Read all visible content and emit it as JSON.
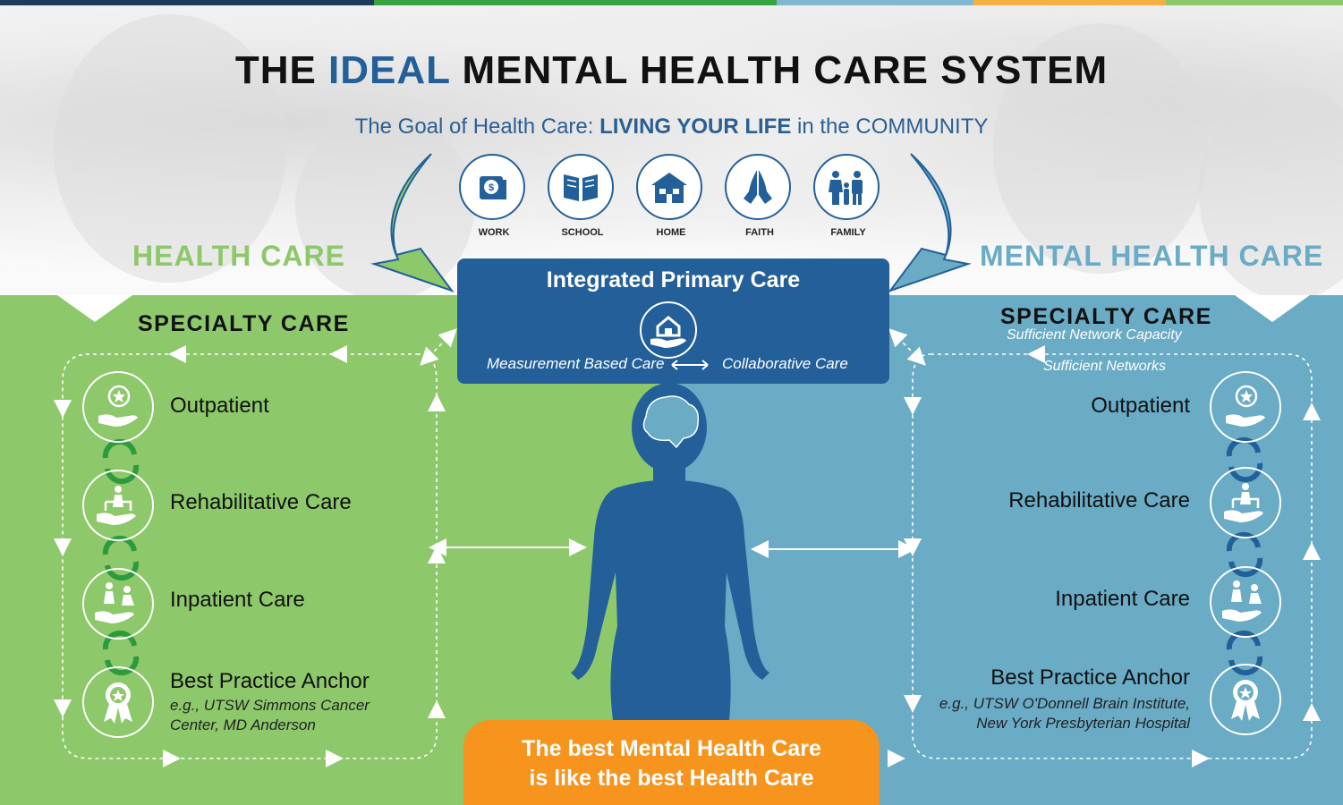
{
  "colors": {
    "navy": "#23609a",
    "health_green": "#8dc86b",
    "mental_blue": "#6aabc5",
    "accent_orange": "#f6941d",
    "bar_colors": [
      "#1e3b5c",
      "#3aa341",
      "#7fb8cf",
      "#f6b041",
      "#8dc86b"
    ]
  },
  "header": {
    "title_pre": "THE ",
    "title_highlight": "IDEAL",
    "title_post": " MENTAL HEALTH CARE SYSTEM",
    "goal_pre": "The Goal of Health Care: ",
    "goal_bold": "LIVING YOUR LIFE",
    "goal_post": " in the COMMUNITY"
  },
  "community": [
    {
      "label": "WORK",
      "icon": "money-stack-icon"
    },
    {
      "label": "SCHOOL",
      "icon": "book-icon"
    },
    {
      "label": "HOME",
      "icon": "house-icon"
    },
    {
      "label": "FAITH",
      "icon": "praying-hands-icon"
    },
    {
      "label": "FAMILY",
      "icon": "family-icon"
    }
  ],
  "left": {
    "title": "HEALTH CARE",
    "specialty": "SPECIALTY CARE",
    "items": [
      {
        "label": "Outpatient",
        "icon": "star-hand-icon"
      },
      {
        "label": "Rehabilitative Care",
        "icon": "rehab-hand-icon"
      },
      {
        "label": "Inpatient Care",
        "icon": "caregiver-hand-icon"
      },
      {
        "label": "Best Practice Anchor",
        "icon": "award-ribbon-icon"
      }
    ],
    "note_line1": "e.g., UTSW Simmons Cancer",
    "note_line2": "Center, MD Anderson"
  },
  "right": {
    "title": "MENTAL HEALTH CARE",
    "specialty": "SPECIALTY CARE",
    "sub1": "Sufficient Network Capacity",
    "sub2": "Sufficient Networks",
    "items": [
      {
        "label": "Outpatient",
        "icon": "star-hand-icon"
      },
      {
        "label": "Rehabilitative Care",
        "icon": "rehab-hand-icon"
      },
      {
        "label": "Inpatient Care",
        "icon": "caregiver-hand-icon"
      },
      {
        "label": "Best Practice Anchor",
        "icon": "award-ribbon-icon"
      }
    ],
    "note_line1": "e.g., UTSW O'Donnell Brain Institute,",
    "note_line2": "New York Presbyterian Hospital"
  },
  "center": {
    "ipc_title": "Integrated Primary Care",
    "ipc_left": "Measurement Based Care",
    "ipc_right": "Collaborative Care",
    "bottom_line1": "The best Mental Health Care",
    "bottom_line2": "is like the best Health Care"
  }
}
